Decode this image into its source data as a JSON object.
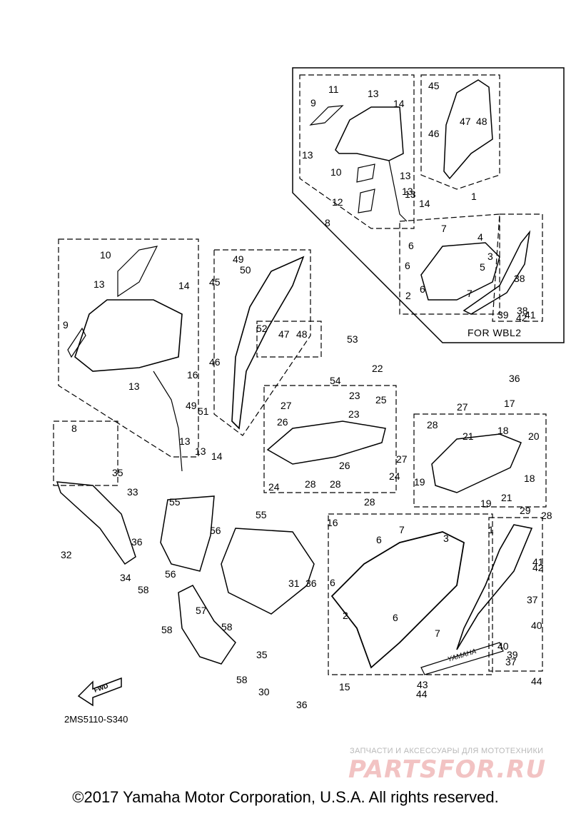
{
  "diagram": {
    "inset_caption": "FOR WBL2",
    "diagram_code": "2MS5110-S340",
    "fwd_arrow_label": "FWD",
    "copyright": "©2017 Yamaha Motor Corporation, U.S.A. All rights reserved.",
    "watermark": {
      "tagline": "ЗАПЧАСТИ И АКСЕССУАРЫ ДЛЯ МОТОТЕХНИКИ",
      "logo": "PARTSFOR.RU"
    },
    "decal_text": "YAMAHA",
    "callouts": [
      "1",
      "1",
      "2",
      "2",
      "3",
      "3",
      "4",
      "5",
      "6",
      "6",
      "6",
      "6",
      "6",
      "6",
      "7",
      "7",
      "7",
      "7",
      "8",
      "8",
      "9",
      "9",
      "10",
      "10",
      "11",
      "12",
      "13",
      "13",
      "13",
      "13",
      "13",
      "13",
      "13",
      "13",
      "13",
      "14",
      "14",
      "14",
      "14",
      "15",
      "16",
      "16",
      "17",
      "18",
      "18",
      "19",
      "19",
      "20",
      "21",
      "21",
      "22",
      "23",
      "23",
      "24",
      "24",
      "25",
      "26",
      "26",
      "27",
      "27",
      "27",
      "28",
      "28",
      "28",
      "28",
      "28",
      "29",
      "30",
      "31",
      "32",
      "33",
      "34",
      "35",
      "35",
      "36",
      "36",
      "36",
      "36",
      "37",
      "37",
      "38",
      "38",
      "39",
      "39",
      "40",
      "40",
      "41",
      "41",
      "42",
      "42",
      "43",
      "44",
      "44",
      "45",
      "45",
      "46",
      "46",
      "47",
      "47",
      "48",
      "48",
      "49",
      "49",
      "50",
      "51",
      "52",
      "53",
      "54",
      "55",
      "55",
      "56",
      "56",
      "57",
      "58",
      "58",
      "58",
      "58"
    ]
  }
}
